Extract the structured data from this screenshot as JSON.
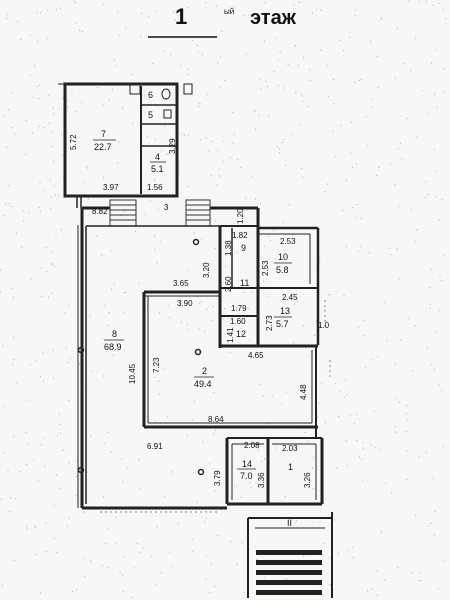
{
  "title": {
    "number": "1",
    "superscript": "ый",
    "word": "этаж"
  },
  "rooms": [
    {
      "id": "r1",
      "number": "1",
      "area": ""
    },
    {
      "id": "r2",
      "number": "2",
      "area": "49.4"
    },
    {
      "id": "r4",
      "number": "4",
      "area": "5.1"
    },
    {
      "id": "r5",
      "number": "5",
      "area": ""
    },
    {
      "id": "r6",
      "number": "6",
      "area": ""
    },
    {
      "id": "r7",
      "number": "7",
      "area": "22.7"
    },
    {
      "id": "r8",
      "number": "8",
      "area": "68.9"
    },
    {
      "id": "r9",
      "number": "9",
      "area": ""
    },
    {
      "id": "r10",
      "number": "10",
      "area": "5.8"
    },
    {
      "id": "r11",
      "number": "11",
      "area": ""
    },
    {
      "id": "r12",
      "number": "12",
      "area": ""
    },
    {
      "id": "r13",
      "number": "13",
      "area": "5.7"
    },
    {
      "id": "r14",
      "number": "14",
      "area": "7.0"
    }
  ],
  "dimensions": {
    "d572": "5.72",
    "d329": "3.29",
    "d397": "3.97",
    "d156": "1.56",
    "d3": "3",
    "d882": "8.82",
    "d120": "1.20",
    "d182": "1.82",
    "d253a": "2.53",
    "d138": "1.38",
    "d253b": "2.53",
    "d320": "3.20",
    "d365": "3.65",
    "d260": "2.60",
    "d179": "1.79",
    "d245": "2.45",
    "d390": "3.90",
    "d160": "1.60",
    "d273": "2.73",
    "d141": "1.41",
    "d465": "4.65",
    "d1045": "10.45",
    "d723": "7.23",
    "d448": "4.48",
    "d864": "8.64",
    "d691": "6.91",
    "d208": "2.08",
    "d203": "2.03",
    "d379": "3.79",
    "d336": "3.36",
    "d326": "3.26"
  },
  "marks": {
    "stair_label": "II",
    "side_mark": "1.0"
  }
}
